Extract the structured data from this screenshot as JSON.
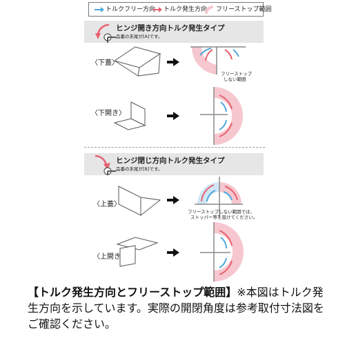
{
  "legend": {
    "torque_free": "トルクフリー方向",
    "torque_generate": "トルク発生方向",
    "free_stop_range": "フリーストップ範囲",
    "colors": {
      "free_arrow": "#4da6dc",
      "torque_arrow": "#e8606e",
      "free_stop_fill": "#f6c7cf"
    }
  },
  "section_open": {
    "title": "ヒンジ開き方向トルク発生タイプ",
    "subtitle": "品番の末尾が[A]です。",
    "rows": [
      {
        "label": "〈下蓋〉"
      },
      {
        "label": "〈下開き〉"
      }
    ],
    "note": [
      "フリーストップ",
      "しない範囲"
    ]
  },
  "section_close": {
    "title": "ヒンジ閉じ方向トルク発生タイプ",
    "subtitle": "品番の末尾が[B]です。",
    "rows": [
      {
        "label": "〈上蓋〉"
      },
      {
        "label": "〈上開き〉"
      }
    ],
    "note": [
      "フリーストップしない範囲では、",
      "ストッパー等を設けてください。"
    ]
  },
  "caption": {
    "bold": "【トルク発生方向とフリーストップ範囲】",
    "text": "※本図はトルク発生方向を示しています。実際の開閉角度は参考取付寸法図をご確認ください。"
  }
}
